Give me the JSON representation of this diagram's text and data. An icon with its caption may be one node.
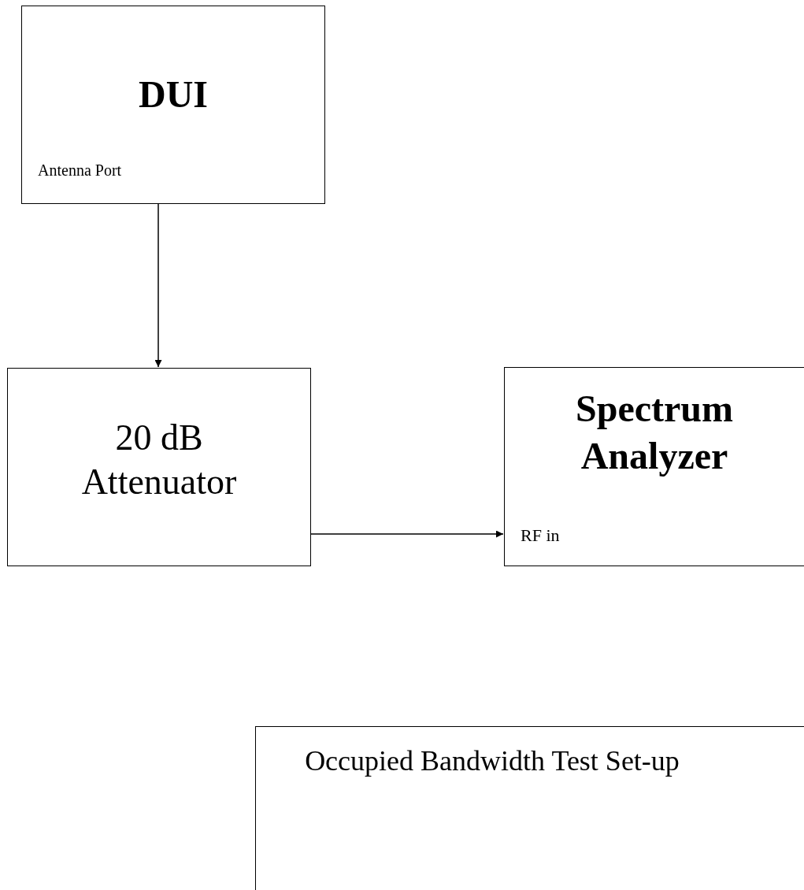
{
  "diagram": {
    "nodes": [
      {
        "text": [
          "DUI",
          "Antenna Port"
        ]
      },
      {
        "text": [
          "20 dB Attenuator"
        ]
      },
      {
        "text": [
          "Spectrum Analyzer",
          "RF in"
        ]
      },
      {
        "text": [
          "Occupied Bandwidth Test Set-up"
        ]
      }
    ],
    "edges": [
      {
        "from": 0,
        "to": 1,
        "arrow": "to"
      },
      {
        "from": 1,
        "to": 2,
        "arrow": "to"
      }
    ]
  }
}
